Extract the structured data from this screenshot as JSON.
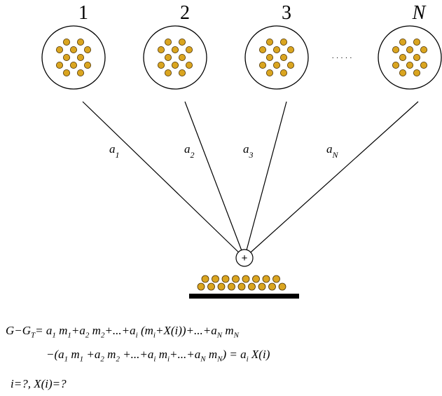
{
  "diagram": {
    "pile_labels": [
      "1",
      "2",
      "3",
      "N"
    ],
    "weight_labels": [
      {
        "base": "a",
        "sub": "1"
      },
      {
        "base": "a",
        "sub": "2"
      },
      {
        "base": "a",
        "sub": "3"
      },
      {
        "base": "a",
        "sub": "N"
      }
    ],
    "ellipsis": "· · · · ·",
    "sum_symbol": "+",
    "colors": {
      "coin_fill": "#DAA520",
      "coin_stroke": "#4a3000",
      "line": "#000000",
      "base_bar": "#000000"
    }
  },
  "formula": {
    "line1": "G−G_{T}= a_{1} m_{1}+a_{2} m_{2}+...+a_{i} (m_{i}+X(i))+...+a_{N} m_{N}",
    "line2": "−(a_{1} m_{1} +a_{2} m_{2} +...+a_{i} m_{i}+...+a_{N} m_{N}) = a_{i} X(i)",
    "line3": "i=?,  X(i)=?"
  }
}
